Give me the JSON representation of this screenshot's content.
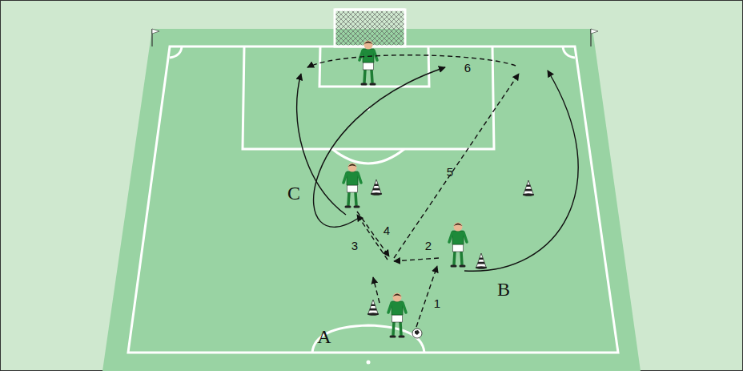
{
  "diagram": {
    "labels": [
      "6",
      "C",
      "5",
      "3",
      "4",
      "2",
      "B",
      "1",
      "A"
    ]
  }
}
